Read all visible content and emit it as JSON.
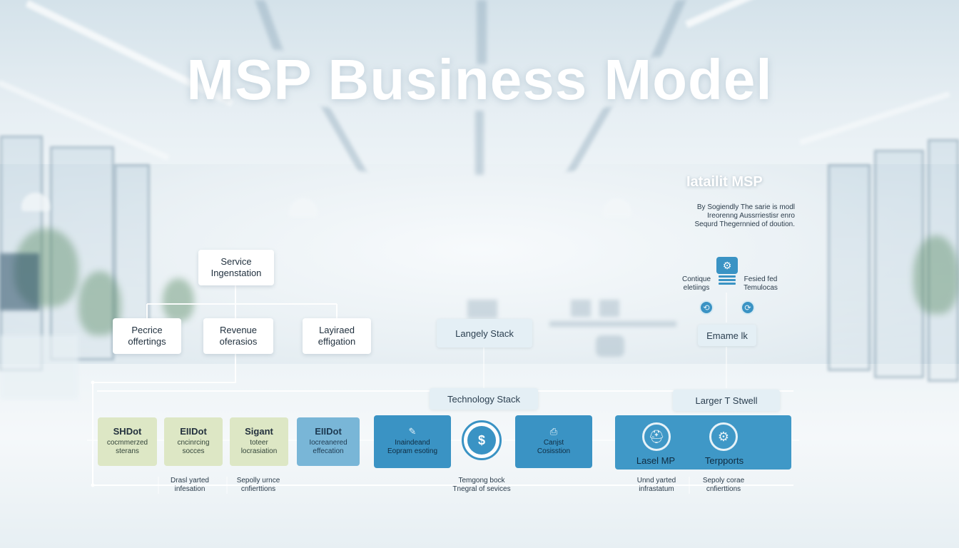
{
  "title": "MSP Business Model",
  "info": {
    "heading": "Iatailit MSP",
    "lines": [
      "By Sogiendly The sarie is modl",
      "Ireorenng Aussrriestisr enro",
      "Sequrd Thegernnied of doution."
    ]
  },
  "hierarchy": {
    "root": [
      "Service",
      "Ingenstation"
    ],
    "children": [
      [
        "Pecrice",
        "offertings"
      ],
      [
        "Revenue",
        "oferasios"
      ],
      [
        "Layiraed",
        "effigation"
      ]
    ]
  },
  "stacks": {
    "upper": "Langely Stack",
    "middle": "Technology Stack",
    "right_upper": "Emame lk",
    "right_middle": "Larger T Stwell"
  },
  "right_diagram": {
    "left_text": [
      "Contique",
      "eletiings"
    ],
    "right_text": [
      "Fesied fed",
      "Temulocas"
    ]
  },
  "row": {
    "green": [
      {
        "title": "SHDot",
        "sub": [
          "cocmmerzed",
          "sterans"
        ]
      },
      {
        "title": "EIIDot",
        "sub": [
          "cncinrcing",
          "socces"
        ]
      },
      {
        "title": "Sigant",
        "sub": [
          "toteer",
          "locrasiation"
        ]
      }
    ],
    "lightblue": {
      "title": "EIIDot",
      "sub": [
        "Iocreanered",
        "effecation"
      ]
    },
    "blue_left": {
      "icon": "✎",
      "sub": [
        "Inaindeand",
        "Eopram esoting"
      ]
    },
    "blue_right": {
      "icon": "⎙",
      "sub": [
        "Canjst",
        "Cosisstion"
      ]
    },
    "dollar": "$",
    "big": [
      {
        "label": "Lasel MP"
      },
      {
        "label": "Terpports"
      }
    ]
  },
  "captions": {
    "c1": [
      "Drasl yarted",
      "infesation"
    ],
    "c2": [
      "Sepolly urnce",
      "cnfierttions"
    ],
    "c3": [
      "Temgong bock",
      "Tnegral of sevices"
    ],
    "c4": [
      "Unnd yarted",
      "infrastatum"
    ],
    "c5": [
      "Sepoly corae",
      "cnfierttions"
    ]
  },
  "colors": {
    "green_box": "#dde7c5",
    "light_blue_box": "#79b6d7",
    "blue_box": "#3a93c4",
    "title": "#ffffff"
  },
  "icons": {
    "dollar": "dollar-icon",
    "gear": "gear-icon",
    "helmet": "helmet-icon",
    "edit": "edit-icon",
    "document": "document-icon"
  }
}
